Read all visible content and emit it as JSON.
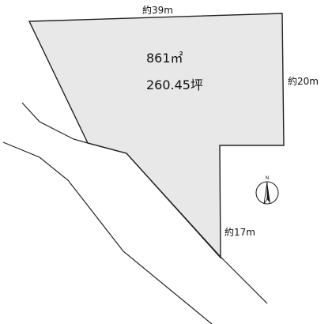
{
  "map": {
    "dimensions": {
      "top": "約39m",
      "right": "約20m",
      "lower_right": "約17m"
    },
    "area": {
      "sqm": "861㎡",
      "tsubo": "260.45坪"
    },
    "compass": {
      "label": "N"
    },
    "colors": {
      "parcel_fill": "#e8e8e8",
      "line": "#222222"
    }
  }
}
